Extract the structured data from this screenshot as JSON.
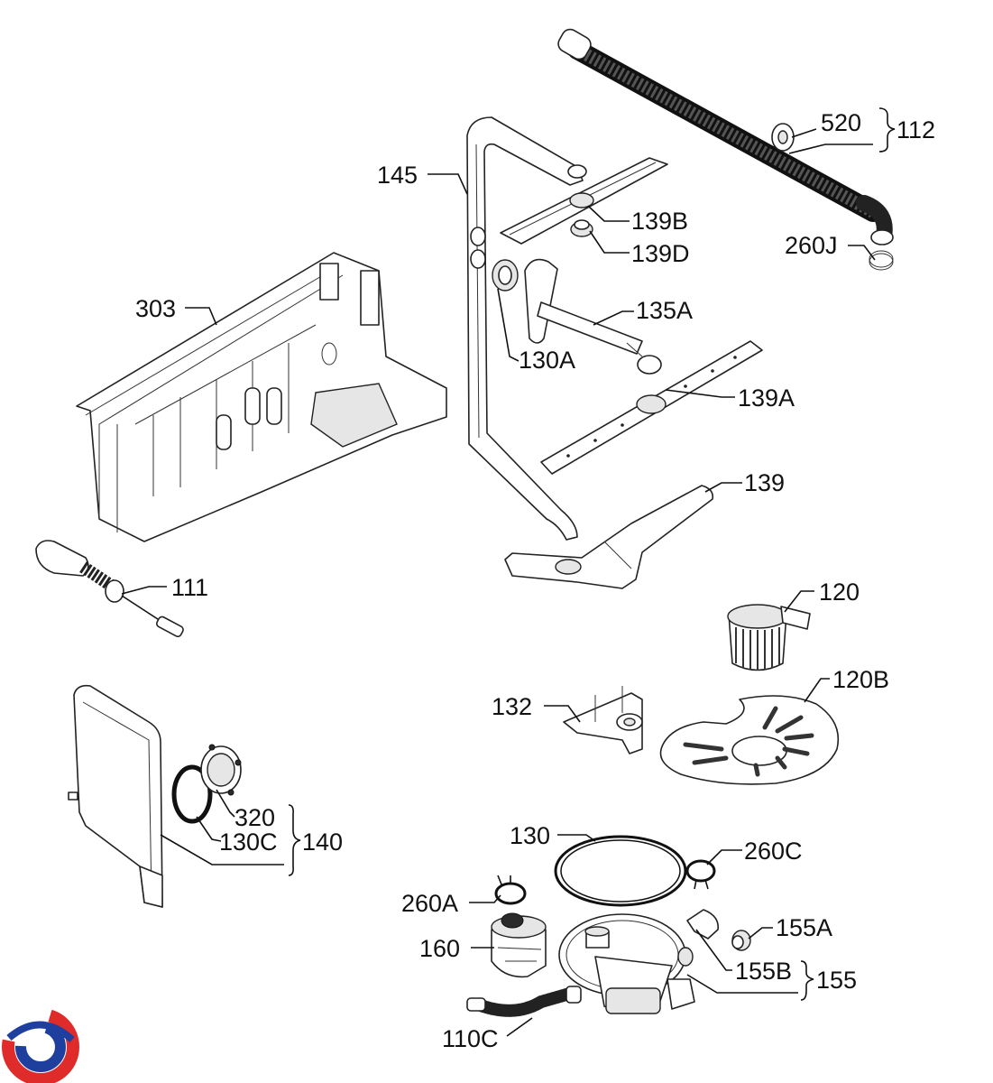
{
  "labels": {
    "l520": "520",
    "l112": "112",
    "l145": "145",
    "l139b": "139B",
    "l139d": "139D",
    "l260j": "260J",
    "l303": "303",
    "l135a": "135A",
    "l130a": "130A",
    "l139a": "139A",
    "l139": "139",
    "l111": "111",
    "l120": "120",
    "l120b": "120B",
    "l132": "132",
    "l320": "320",
    "l130c": "130C",
    "l140": "140",
    "l130": "130",
    "l260c": "260C",
    "l260a": "260A",
    "l155a": "155A",
    "l160": "160",
    "l155b": "155B",
    "l155": "155",
    "l110c": "110C"
  },
  "colors": {
    "logo_red": "#e02b2b",
    "logo_blue": "#1f3f9e",
    "hose": "#1a1a1a"
  }
}
